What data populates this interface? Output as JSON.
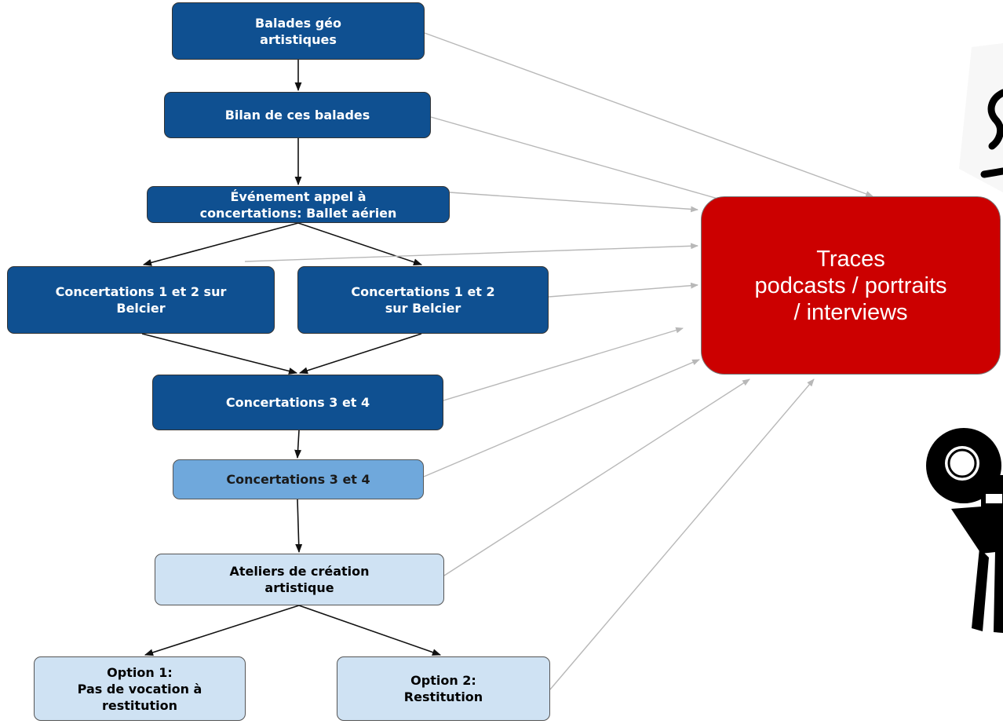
{
  "nodes": {
    "balades": "Balades géo\nartistiques",
    "bilan": "Bilan de ces balades",
    "evenement": "Événement appel à\nconcertations: Ballet aérien",
    "concertations_left": "Concertations 1 et 2 sur\nBelcier",
    "concertations_right": "Concertations 1 et 2\nsur Belcier",
    "concertations34_dark": "Concertations 3 et 4",
    "concertations34_mid": "Concertations 3 et 4",
    "ateliers": "Ateliers  de création\nartistique",
    "option1": "Option 1:\nPas de vocation à\nrestitution",
    "option2": "Option 2:\nRestitution"
  },
  "traces": "Traces\npodcasts / portraits\n/ interviews",
  "colors": {
    "dark_blue": "#0f5091",
    "mid_blue": "#6fa8dc",
    "light_blue": "#cfe2f3",
    "traces_red": "#cc0000",
    "flow_arrow": "#111111",
    "traces_arrow": "#b8b8b8"
  }
}
